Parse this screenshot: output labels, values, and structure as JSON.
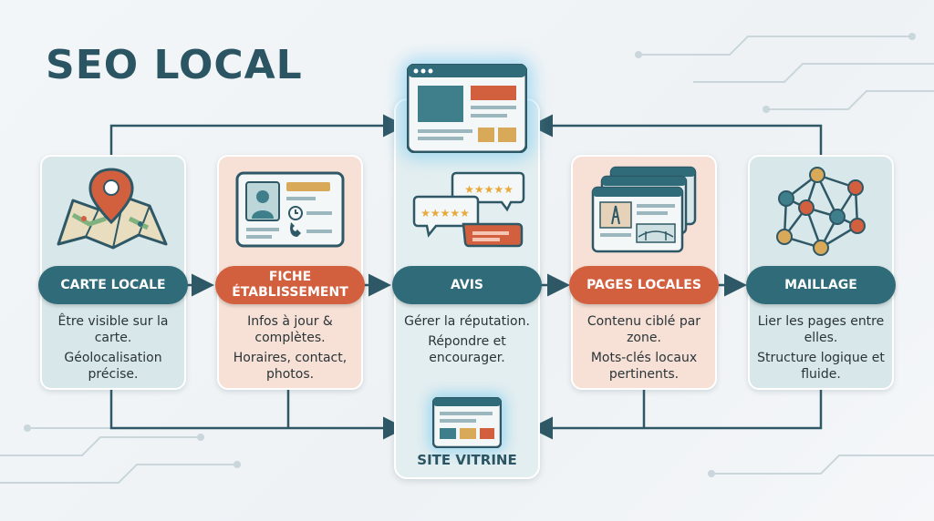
{
  "title": "SEO LOCAL",
  "center": {
    "label": "SITE VITRINE"
  },
  "steps": [
    {
      "label": "CARTE LOCALE",
      "lines": [
        "Être visible sur la carte.",
        "Géolocalisation précise."
      ],
      "color": "teal",
      "icon": "map-pin-icon"
    },
    {
      "label_lines": [
        "FICHE",
        "ÉTABLISSEMENT"
      ],
      "lines": [
        "Infos à jour & complètes.",
        "Horaires, contact, photos."
      ],
      "color": "orange",
      "icon": "business-card-icon"
    },
    {
      "label": "AVIS",
      "lines": [
        "Gérer la réputation.",
        "Répondre et encourager."
      ],
      "color": "teal",
      "icon": "review-bubbles-icon"
    },
    {
      "label": "PAGES LOCALES",
      "lines": [
        "Contenu ciblé par zone.",
        "Mots-clés locaux pertinents."
      ],
      "color": "orange",
      "icon": "local-pages-icon"
    },
    {
      "label": "MAILLAGE",
      "lines": [
        "Lier les pages entre elles.",
        "Structure logique et fluide."
      ],
      "color": "teal",
      "icon": "network-icon"
    }
  ],
  "colors": {
    "teal": "#2f6b78",
    "orange": "#d2603f",
    "title": "#2c5563",
    "connector": "#2f5866"
  }
}
